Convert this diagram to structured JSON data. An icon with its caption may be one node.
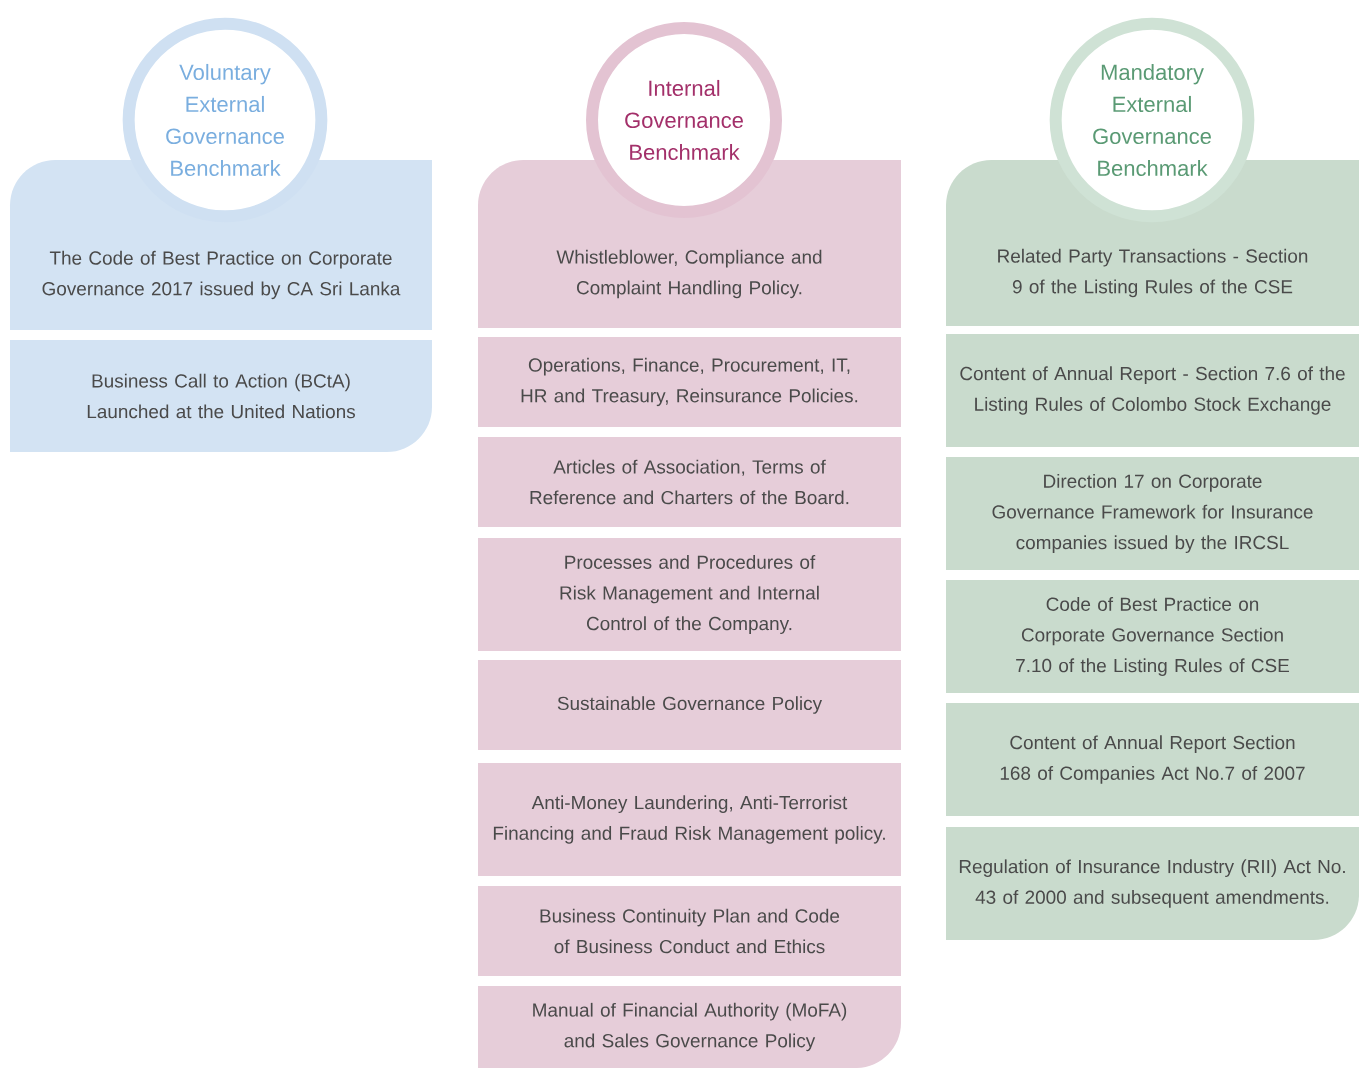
{
  "diagram": {
    "nodes": [
      {
        "text": [
          "Voluntary External Governance Benchmark"
        ]
      },
      {
        "text": [
          "The Code of Best Practice on Corporate Governance 2017 issued by CA Sri Lanka"
        ]
      },
      {
        "text": [
          "Business Call to Action (BCtA) Launched at the United Nations"
        ]
      },
      {
        "text": [
          "Internal Governance Benchmark"
        ]
      },
      {
        "text": [
          "Whistleblower, Compliance and Complaint Handling Policy."
        ]
      },
      {
        "text": [
          "Operations, Finance, Procurement, IT, HR and Treasury, Reinsurance Policies."
        ]
      },
      {
        "text": [
          "Articles of Association, Terms of Reference and Charters of the Board."
        ]
      },
      {
        "text": [
          "Processes and Procedures of Risk Management and Internal Control of the Company."
        ]
      },
      {
        "text": [
          "Sustainable Governance Policy"
        ]
      },
      {
        "text": [
          "Anti-Money Laundering, Anti-Terrorist Financing and Fraud Risk Management policy."
        ]
      },
      {
        "text": [
          "Business Continuity Plan and Code of Business Conduct and Ethics"
        ]
      },
      {
        "text": [
          "Manual of Financial Authority (MoFA) and Sales Governance Policy"
        ]
      },
      {
        "text": [
          "Mandatory External Governance Benchmark"
        ]
      },
      {
        "text": [
          "Related Party Transactions - Section 9 of the Listing Rules of the CSE"
        ]
      },
      {
        "text": [
          "Content of Annual Report - Section 7.6 of the Listing Rules of Colombo Stock Exchange"
        ]
      },
      {
        "text": [
          "Direction 17 on Corporate Governance Framework for Insurance companies issued by the IRCSL"
        ]
      },
      {
        "text": [
          "Code of Best Practice on Corporate Governance Section 7.10 of the Listing Rules of CSE"
        ]
      },
      {
        "text": [
          "Content of Annual Report Section 168 of Companies Act No.7 of 2007"
        ]
      },
      {
        "text": [
          "Regulation of Insurance Industry (RII) Act No. 43 of 2000 and subsequent amendments."
        ]
      }
    ]
  }
}
